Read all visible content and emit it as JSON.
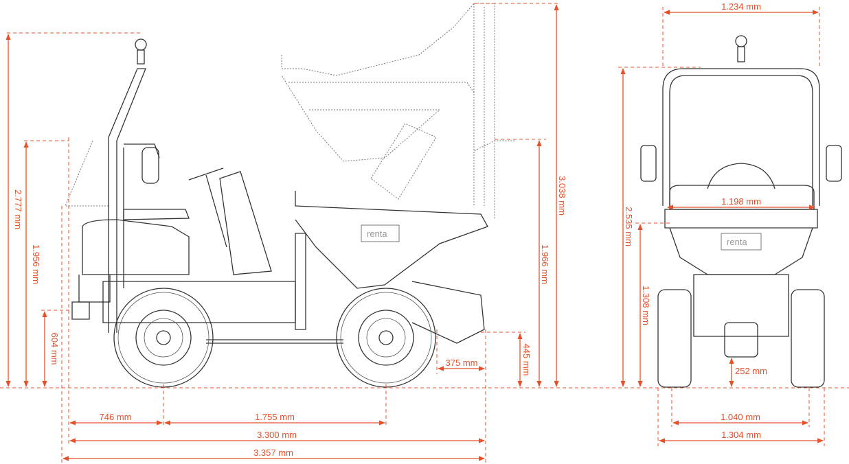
{
  "brand": "renta",
  "accent_color": "#e8502a",
  "side_view": {
    "overall_height": "2.777 mm",
    "seat_height": "1.956 mm",
    "hitch_height": "604 mm",
    "rear_overhang": "746 mm",
    "wheelbase": "1.755 mm",
    "overall_length": "3.300 mm",
    "overall_length_max": "3.357 mm",
    "front_overhang_tipped": "375 mm",
    "tip_clearance": "445 mm",
    "bucket_height": "1.966 mm",
    "max_height_raised": "3.038 mm"
  },
  "front_view": {
    "rops_width": "1.234 mm",
    "overall_height": "2.535 mm",
    "bucket_width": "1.198 mm",
    "bucket_height": "1.308 mm",
    "ground_clearance": "252 mm",
    "track_width": "1.040 mm",
    "overall_width": "1.304 mm"
  }
}
